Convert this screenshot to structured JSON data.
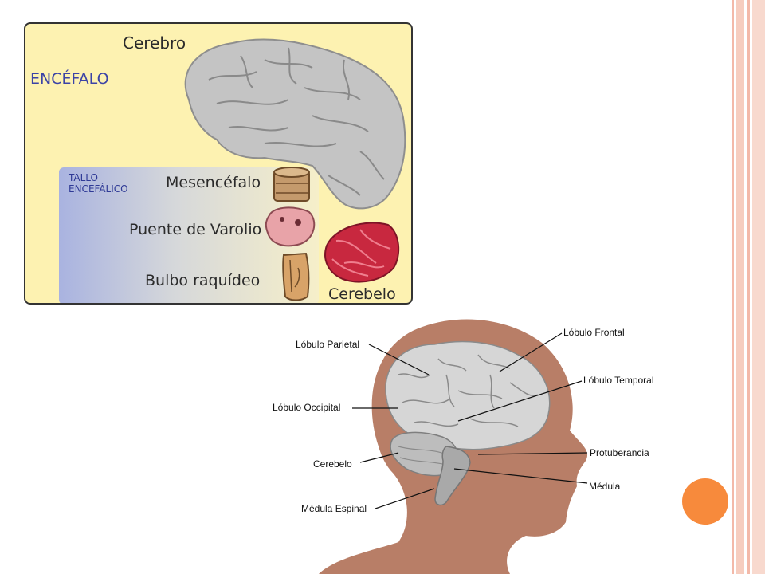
{
  "top_diagram": {
    "cerebro": "Cerebro",
    "encefalo": "ENCÉFALO",
    "tallo_line1": "TALLO",
    "tallo_line2": "ENCEFÁLICO",
    "mesencefalo": "Mesencéfalo",
    "puente": "Puente de Varolio",
    "bulbo": "Bulbo raquídeo",
    "cerebelo": "Cerebelo"
  },
  "bottom_diagram": {
    "labels": {
      "parietal": "Lóbulo Parietal",
      "frontal": "Lóbulo Frontal",
      "temporal": "Lóbulo Temporal",
      "occipital": "Lóbulo Occipital",
      "cerebelo": "Cerebelo",
      "protuberancia": "Protuberancia",
      "medula": "Médula",
      "medula_espinal": "Médula Espinal"
    }
  },
  "colors": {
    "panel_bg": "#fdf2b1",
    "skin": "#b87e67",
    "brain_gray": "#c7c7c7",
    "cerebellum_red": "#cc2f4a",
    "accent_orange": "#f78a3c"
  }
}
